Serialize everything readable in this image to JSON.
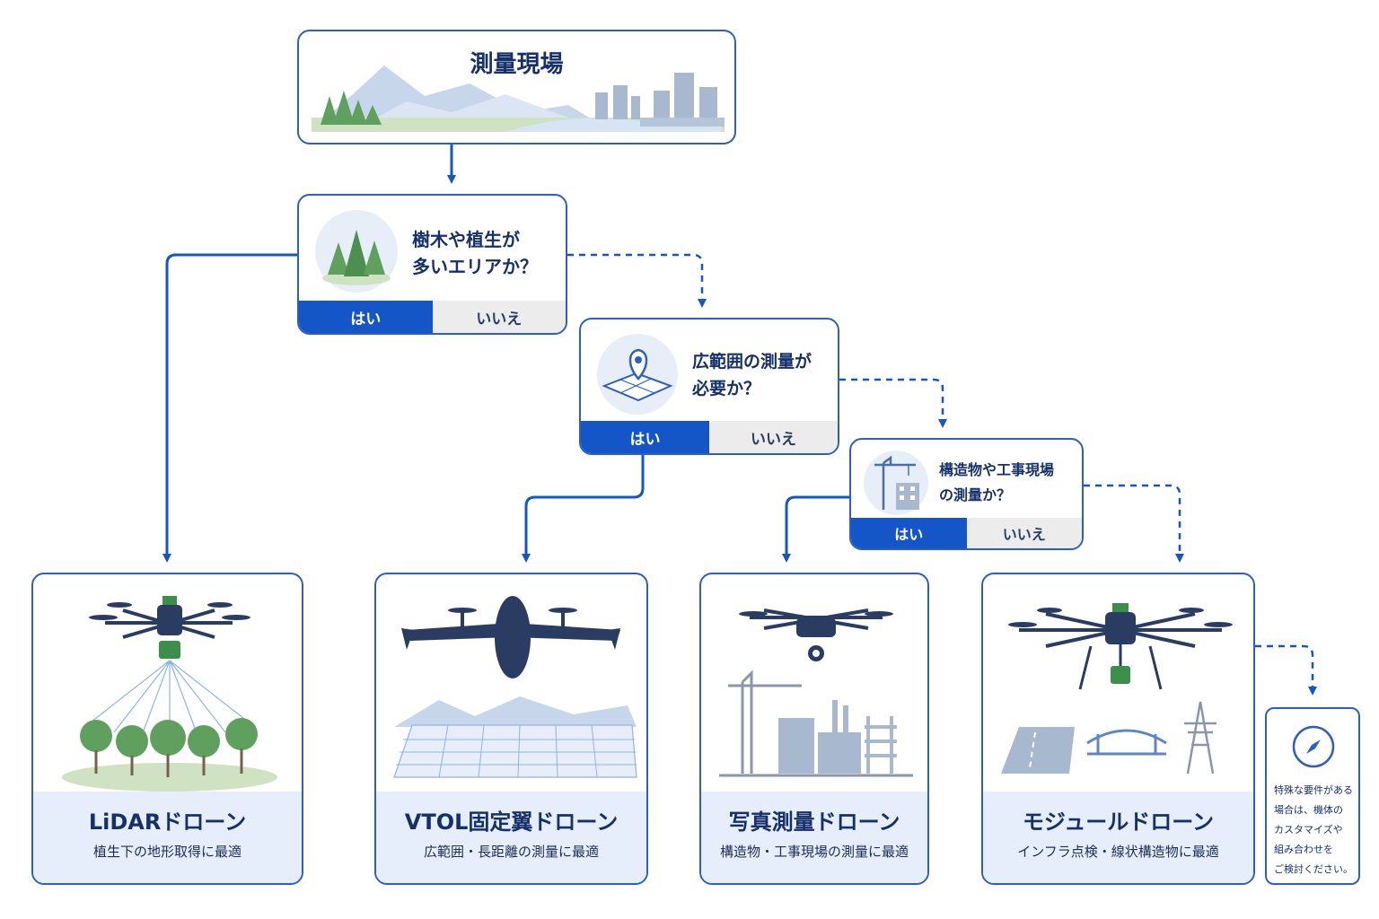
{
  "header": {
    "title": "測量現場"
  },
  "questions": [
    {
      "text": "樹木や植生が\n多いエリアか？",
      "yes": "はい",
      "no": "いいえ"
    },
    {
      "text": "広範囲の測量が\n必要か？",
      "yes": "はい",
      "no": "いいえ"
    },
    {
      "text": "構造物や工事現場\nの測量か？",
      "yes": "はい",
      "no": "いいえ"
    }
  ],
  "results": [
    {
      "name": "LiDARドローン",
      "desc": "植生下の地形取得に最適"
    },
    {
      "name": "VTOL固定翼ドローン",
      "desc": "広範囲・長距離の測量に最適"
    },
    {
      "name": "写真測量ドローン",
      "desc": "構造物・工事現場の測量に最適"
    },
    {
      "name": "モジュールドローン",
      "desc": "インフラ点検・線状構造物に最適"
    }
  ],
  "note": {
    "text": "特殊な要件がある\n場合は、機体の\nカスタマイズや\n組み合わせを\nご検討ください。"
  },
  "colors": {
    "primary": "#1456c8",
    "border": "#2d5fc0",
    "text": "#15306b",
    "panel": "#e6eefb",
    "no_bg": "#ececec"
  }
}
